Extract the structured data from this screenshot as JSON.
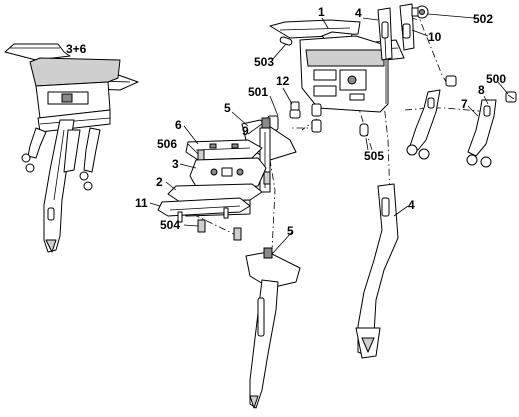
{
  "callouts": {
    "c1": "1",
    "c4a": "4",
    "c502": "502",
    "c10": "10",
    "c36": "3+6",
    "c503": "503",
    "c500": "500",
    "c12": "12",
    "c501": "501",
    "c8": "8",
    "c7": "7",
    "c5a": "5",
    "c9": "9",
    "c6": "6",
    "c506": "506",
    "c505": "505",
    "c3": "3",
    "c2": "2",
    "c11": "11",
    "c4b": "4",
    "c504": "504",
    "c5b": "5"
  }
}
